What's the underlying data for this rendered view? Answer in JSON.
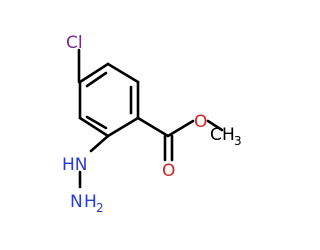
{
  "molecule": {
    "atoms": {
      "chlorine": "Cl",
      "carbonyl_oxygen": "O",
      "ester_oxygen": "O",
      "methyl_c": "C",
      "methyl_h": "H",
      "methyl_count": "3",
      "hydrazine_nh": "HN",
      "terminal_n": "N",
      "terminal_h": "H",
      "terminal_count": "2"
    },
    "colors": {
      "bond": "#000000",
      "chlorine": "#7a2a8f",
      "oxygen": "#d62020",
      "nitrogen": "#2a3bd4",
      "carbon": "#000000"
    }
  }
}
